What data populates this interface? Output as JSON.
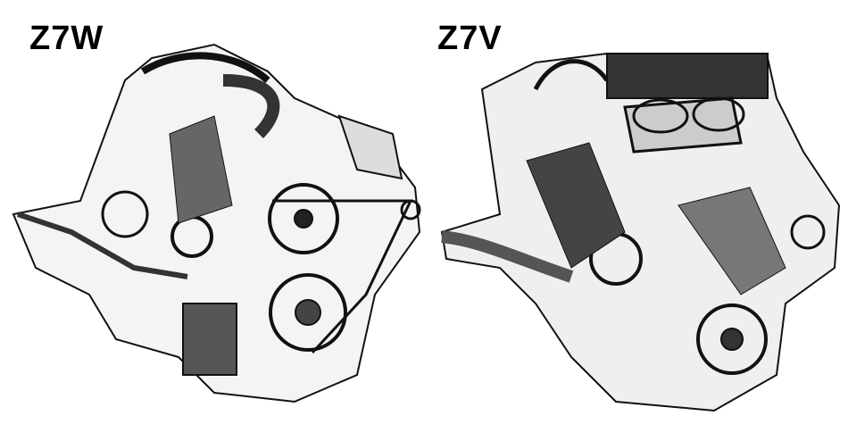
{
  "figures": [
    {
      "label": "Z7W",
      "subject": "engine-illustration"
    },
    {
      "label": "Z7V",
      "subject": "engine-illustration"
    }
  ],
  "colors": {
    "ink": "#000000",
    "background": "#ffffff"
  }
}
